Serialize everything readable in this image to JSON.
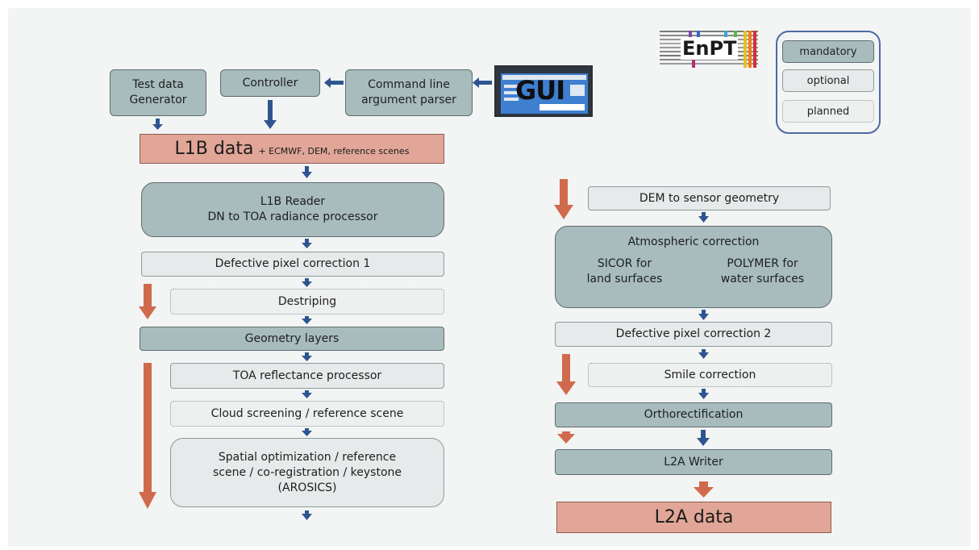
{
  "diagram": {
    "top": {
      "test_data_generator": "Test data Generator",
      "controller": "Controller",
      "cli_parser": "Command line argument parser",
      "gui": "GUI"
    },
    "l1b_data": {
      "label": "L1B data",
      "note": "+ ECMWF, DEM, reference scenes"
    },
    "left_column": {
      "l1b_reader_line1": "L1B Reader",
      "l1b_reader_line2": "DN to TOA radiance processor",
      "defective_pixel_1": "Defective pixel correction 1",
      "destriping": "Destriping",
      "geometry_layers": "Geometry layers",
      "toa_reflectance": "TOA reflectance processor",
      "cloud_screening": "Cloud screening / reference scene",
      "spatial_line1": "Spatial optimization / reference",
      "spatial_line2": "scene / co-registration / keystone",
      "spatial_line3": "(AROSICS)"
    },
    "right_column": {
      "dem_to_sensor": "DEM to sensor geometry",
      "atmospheric": "Atmospheric correction",
      "sicor_line1": "SICOR for",
      "sicor_line2": "land surfaces",
      "polymer_line1": "POLYMER for",
      "polymer_line2": "water surfaces",
      "defective_pixel_2": "Defective pixel correction 2",
      "smile": "Smile correction",
      "ortho": "Orthorectification",
      "l2a_writer": "L2A Writer"
    },
    "l2a_data": "L2A data"
  },
  "legend": {
    "mandatory": "mandatory",
    "optional": "optional",
    "planned": "planned"
  },
  "logo": {
    "text": "EnPT"
  },
  "colors": {
    "mandatory": "#a8bcbd",
    "optional": "#e6eaea",
    "data": "#e1a697",
    "blue_arrow": "#2e5590",
    "orange_arrow": "#d06a4c",
    "legend_border": "#4e6aa3"
  }
}
